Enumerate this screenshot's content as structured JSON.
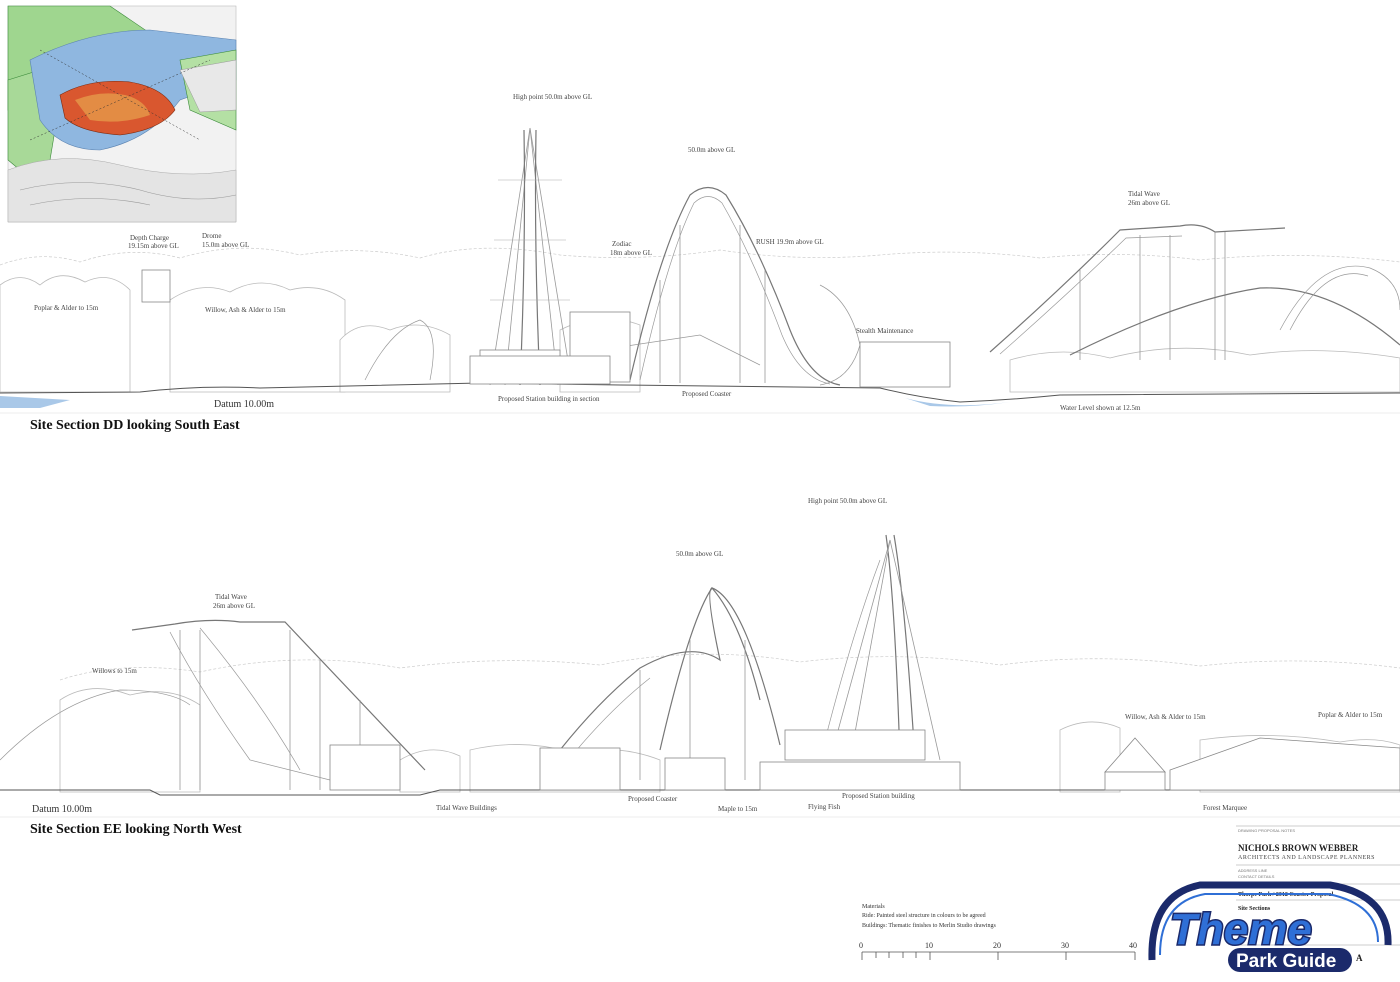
{
  "sections": [
    {
      "title": "Site Section DD looking South East",
      "datum": "Datum 10.00m",
      "labels": {
        "depth_charge": "Depth Charge",
        "depth_charge_height": "19.15m above GL",
        "drome": "Drome",
        "drome_height": "15.0m above GL",
        "high_point": "High point 50.0m above GL",
        "coaster_peak": "50.0m above GL",
        "zodiac": "Zodiac",
        "zodiac_height": "18m above GL",
        "rush": "RUSH 19.9m above GL",
        "tidal_wave": "Tidal Wave",
        "tidal_wave_height": "26m above GL",
        "poplar": "Poplar & Alder to 15m",
        "willow": "Willow, Ash & Alder to 15m",
        "stealth": "Stealth Maintenance",
        "station": "Proposed Station building in section",
        "proposed_coaster": "Proposed Coaster",
        "water_level": "Water Level shown at 12.5m"
      }
    },
    {
      "title": "Site Section EE looking North West",
      "datum": "Datum 10.00m",
      "labels": {
        "tidal_wave": "Tidal Wave",
        "tidal_wave_height": "26m above GL",
        "willows": "Willows to 15m",
        "coaster_peak": "50.0m above GL",
        "high_point": "High point 50.0m above GL",
        "willow_ash": "Willow, Ash & Alder to 15m",
        "poplar": "Poplar & Alder to 15m",
        "tidal_wave_buildings": "Tidal Wave Buildings",
        "proposed_coaster": "Proposed Coaster",
        "maple": "Maple to 15m",
        "flying_fish": "Flying Fish",
        "proposed_station": "Proposed Station building",
        "forest_marquee": "Forest Marquee"
      }
    }
  ],
  "titleblock": {
    "firm": "NICHOLS BROWN WEBBER",
    "firm_sub": "ARCHITECTS AND LANDSCAPE PLANNERS",
    "project": "Thorpe Park / 2012 Coaster Proposal",
    "drawing": "Site Sections",
    "revision": "A"
  },
  "materials": {
    "heading": "Materials",
    "ride": "Ride: Painted steel structure in colours to be agreed",
    "buildings": "Buildings: Thematic finishes to Merlin Studio drawings"
  },
  "scale_bar": {
    "ticks": [
      "0",
      "10",
      "20",
      "30",
      "40"
    ]
  },
  "watermark": {
    "line1": "Theme",
    "line2": "Park Guide"
  },
  "colors": {
    "brand_navy": "#1b2a6b",
    "brand_blue": "#2f6fd6",
    "water": "#a9c8e8",
    "site_red": "#c9502c"
  }
}
